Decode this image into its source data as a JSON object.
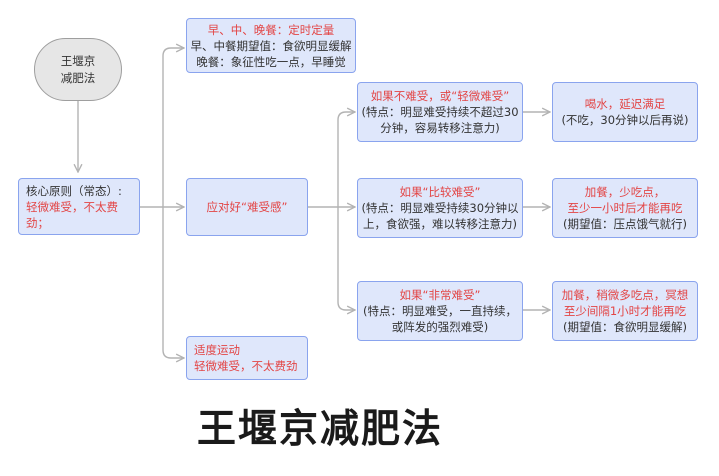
{
  "root": {
    "line1": "王堰京",
    "line2": "减肥法"
  },
  "core": {
    "line1": "核心原则（常态）:",
    "line2": "轻微难受，不太费劲；"
  },
  "meals": {
    "line1": "早、中、晚餐：定时定量",
    "line2": "早、中餐期望值：食欲明显缓解",
    "line3": "晚餐：象征性吃一点，早睡觉"
  },
  "cope": {
    "line1": "应对好“难受感”"
  },
  "exercise": {
    "line1": "适度运动",
    "line2": "轻微难受，不太费劲"
  },
  "mild": {
    "line1": "如果不难受，或“轻微难受”",
    "line2": "(特点：明显难受持续不超过30",
    "line3": "分钟，容易转移注意力)"
  },
  "moderate": {
    "line1": "如果“比较难受”",
    "line2": "(特点：明显难受持续30分钟以",
    "line3": "上，食欲强，难以转移注意力)"
  },
  "severe": {
    "line1": "如果“非常难受”",
    "line2": "(特点：明显难受，一直持续，",
    "line3": "或阵发的强烈难受)"
  },
  "mild_action": {
    "line1": "喝水，延迟满足",
    "line2": "(不吃，30分钟以后再说)"
  },
  "moderate_action": {
    "line1": "加餐，少吃点，",
    "line2": "至少一小时后才能再吃",
    "line3": "(期望值：压点饿气就行)"
  },
  "severe_action": {
    "line1": "加餐，稍微多吃点，冥想",
    "line2": "至少间隔1小时才能再吃",
    "line3": "(期望值：食欲明显缓解)"
  },
  "title": "王堰京减肥法",
  "colors": {
    "node_fill": "#dfe7fb",
    "node_border": "#8aa4ee",
    "accent_red": "#e34545",
    "connector": "#b3b3b3"
  }
}
